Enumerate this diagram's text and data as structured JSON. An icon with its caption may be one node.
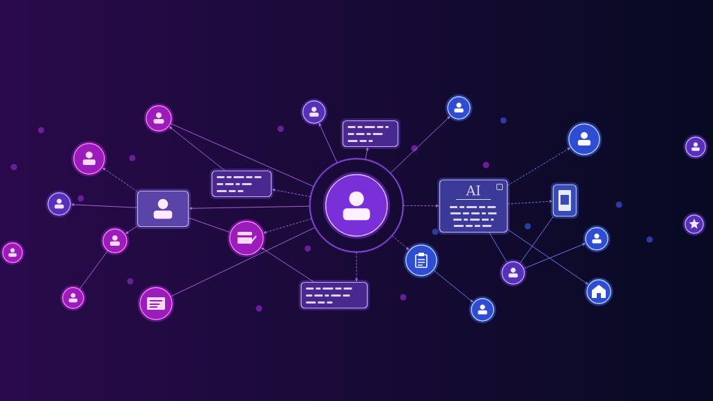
{
  "diagram": {
    "nodes": [
      {
        "text": [],
        "shape": "circle"
      },
      {
        "text": [],
        "shape": "circle"
      },
      {
        "text": [],
        "shape": "circle"
      },
      {
        "text": [],
        "shape": "box"
      },
      {
        "text": [],
        "shape": "circle"
      },
      {
        "text": [],
        "shape": "circle"
      },
      {
        "text": [],
        "shape": "circle"
      },
      {
        "text": [],
        "shape": "circle"
      },
      {
        "text": [],
        "shape": "circle"
      },
      {
        "text": [],
        "shape": "box"
      },
      {
        "text": [],
        "shape": "circle"
      },
      {
        "text": [],
        "shape": "box"
      },
      {
        "text": [],
        "shape": "circle"
      },
      {
        "text": [],
        "shape": "box"
      },
      {
        "text": [],
        "shape": "circle"
      },
      {
        "text": [
          "AI"
        ]
      },
      {
        "text": [],
        "shape": "circle"
      },
      {
        "text": [],
        "shape": "box"
      },
      {
        "text": [],
        "shape": "circle"
      },
      {
        "text": [],
        "shape": "circle"
      },
      {
        "text": [],
        "shape": "circle"
      },
      {
        "text": [],
        "shape": "circle"
      },
      {
        "text": [],
        "shape": "circle"
      },
      {
        "text": [],
        "shape": "circle"
      },
      {
        "text": [],
        "shape": "circle"
      }
    ],
    "edges": [
      {
        "from": 12,
        "to": 11,
        "arrow": "to"
      },
      {
        "from": 12,
        "to": 9,
        "arrow": "to",
        "style": "dashed"
      },
      {
        "from": 12,
        "to": 13,
        "arrow": "to",
        "style": "dashed"
      },
      {
        "from": 12,
        "to": 15,
        "arrow": "to",
        "style": "dashed"
      },
      {
        "from": 15,
        "to": 17,
        "arrow": "to",
        "style": "dashed",
        "color": "#6c86ff"
      },
      {
        "from": 15,
        "to": 16,
        "arrow": "to",
        "style": "dashed",
        "color": "#6c86ff"
      },
      {
        "from": 12,
        "to": 18,
        "arrow": "to",
        "style": "dashed"
      },
      {
        "from": 12,
        "to": 14,
        "arrow": "to"
      },
      {
        "from": 12,
        "to": 10,
        "arrow": "to"
      },
      {
        "from": 12,
        "to": 0,
        "arrow": "none"
      },
      {
        "from": 9,
        "to": 0,
        "arrow": "to"
      },
      {
        "from": 3,
        "to": 1,
        "arrow": "to",
        "style": "dashed"
      },
      {
        "from": 3,
        "to": 2,
        "arrow": "to"
      },
      {
        "from": 12,
        "to": 3,
        "arrow": "to"
      },
      {
        "from": 3,
        "to": 4,
        "arrow": "to"
      },
      {
        "from": 4,
        "to": 6,
        "arrow": "none"
      },
      {
        "from": 3,
        "to": 7,
        "arrow": "none"
      },
      {
        "from": 12,
        "to": 7,
        "arrow": "to",
        "style": "dashed"
      },
      {
        "from": 8,
        "to": 12,
        "arrow": "none"
      },
      {
        "from": 13,
        "to": 7,
        "arrow": "to"
      },
      {
        "from": 15,
        "to": 19,
        "arrow": "none",
        "color": "#6c86ff"
      },
      {
        "from": 15,
        "to": 22,
        "arrow": "to",
        "color": "#6c86ff"
      },
      {
        "from": 19,
        "to": 17,
        "arrow": "none",
        "color": "#6c86ff"
      },
      {
        "from": 19,
        "to": 20,
        "arrow": "to",
        "color": "#6c86ff"
      },
      {
        "from": 18,
        "to": 21,
        "arrow": "to",
        "color": "#6c86ff"
      }
    ]
  }
}
